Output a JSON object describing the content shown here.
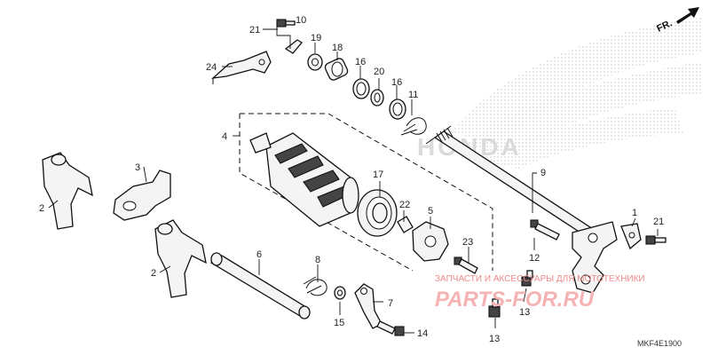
{
  "labels": {
    "l1": "1",
    "l2a": "2",
    "l2b": "2",
    "l3": "3",
    "l4": "4",
    "l5": "5",
    "l6": "6",
    "l7": "7",
    "l8": "8",
    "l9": "9",
    "l10": "10",
    "l11": "11",
    "l12": "12",
    "l13a": "13",
    "l13b": "13",
    "l14": "14",
    "l15": "15",
    "l16a": "16",
    "l16b": "16",
    "l17": "17",
    "l18": "18",
    "l19": "19",
    "l20": "20",
    "l21a": "21",
    "l21b": "21",
    "l22": "22",
    "l23": "23",
    "l24": "24"
  },
  "direction_label": "FR.",
  "watermark_text": "ЗАПЧАСТИ И АКСЕССУАРЫ ДЛЯ МОТОТЕХНИКИ",
  "watermark_logo": "PARTS-FOR.RU",
  "brand_watermark": "HONDA",
  "diagram_code": "MKF4E1900"
}
